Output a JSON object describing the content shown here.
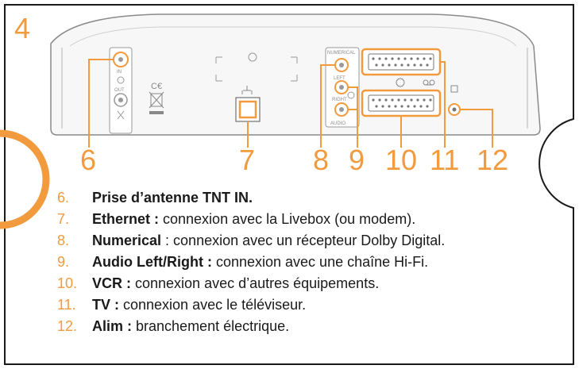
{
  "page_number": "4",
  "accent_color": "#f29a3e",
  "device_labels": {
    "in": "IN",
    "out": "OUT",
    "numerical": "NUMERICAL",
    "left": "LEFT",
    "right": "RIGHT",
    "audio": "AUDIO"
  },
  "callouts": [
    "6",
    "7",
    "8",
    "9",
    "10",
    "11",
    "12"
  ],
  "legend": [
    {
      "num": "6.",
      "bold": "Prise d’antenne TNT IN.",
      "text": ""
    },
    {
      "num": "7.",
      "bold": "Ethernet :",
      "text": " connexion avec la Livebox (ou modem)."
    },
    {
      "num": "8.",
      "bold": "Numerical",
      "text": " : connexion avec un récepteur Dolby Digital."
    },
    {
      "num": "9.",
      "bold": "Audio Left/Right :",
      "text": " connexion avec une chaîne Hi-Fi."
    },
    {
      "num": "10.",
      "bold": "VCR :",
      "text": " connexion avec d’autres équipements."
    },
    {
      "num": "11.",
      "bold": "TV :",
      "text": " connexion avec le téléviseur."
    },
    {
      "num": "12.",
      "bold": "Alim :",
      "text": " branchement électrique."
    }
  ]
}
